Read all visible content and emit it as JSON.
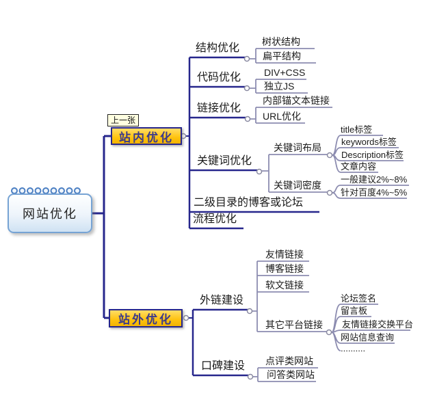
{
  "colors": {
    "branch_line": "#26268C",
    "sub_line": "#8C8CB0",
    "topic_fill": "#FFC20E",
    "topic_text": "#3A3A8C",
    "callout_bg": "#FFFFE1",
    "root_border": "#76A3D4"
  },
  "root": {
    "label": "网站优化"
  },
  "callout": {
    "label": "上一张"
  },
  "onsite": {
    "label": "站内优化",
    "structure": {
      "label": "结构优化",
      "tree": "树状结构",
      "flat": "扁平结构"
    },
    "code": {
      "label": "代码优化",
      "divcss": "DIV+CSS",
      "js": "独立JS"
    },
    "link": {
      "label": "链接优化",
      "anchor": "内部锚文本链接",
      "url": "URL优化"
    },
    "keyword": {
      "label": "关键词优化",
      "layout": {
        "label": "关键词布局",
        "title_tag": "title标签",
        "keywords_tag": "keywords标签",
        "description_tag": "Description标签",
        "content": "文章内容"
      },
      "density": {
        "label": "关键词密度",
        "general": "一般建议2%~8%",
        "baidu": "针对百度4%~5%"
      }
    },
    "blog": "二级目录的博客或论坛",
    "process": "流程优化"
  },
  "offsite": {
    "label": "站外优化",
    "backlink": {
      "label": "外链建设",
      "friend": "友情链接",
      "blog": "博客链接",
      "soft": "软文链接",
      "other": {
        "label": "其它平台链接",
        "forum_sig": "论坛签名",
        "guestbook": "留言板",
        "exchange": "友情链接交换平台",
        "info_query": "网站信息查询",
        "more": ".........."
      }
    },
    "reputation": {
      "label": "口碑建设",
      "review": "点评类网站",
      "qa": "问答类网站"
    }
  }
}
